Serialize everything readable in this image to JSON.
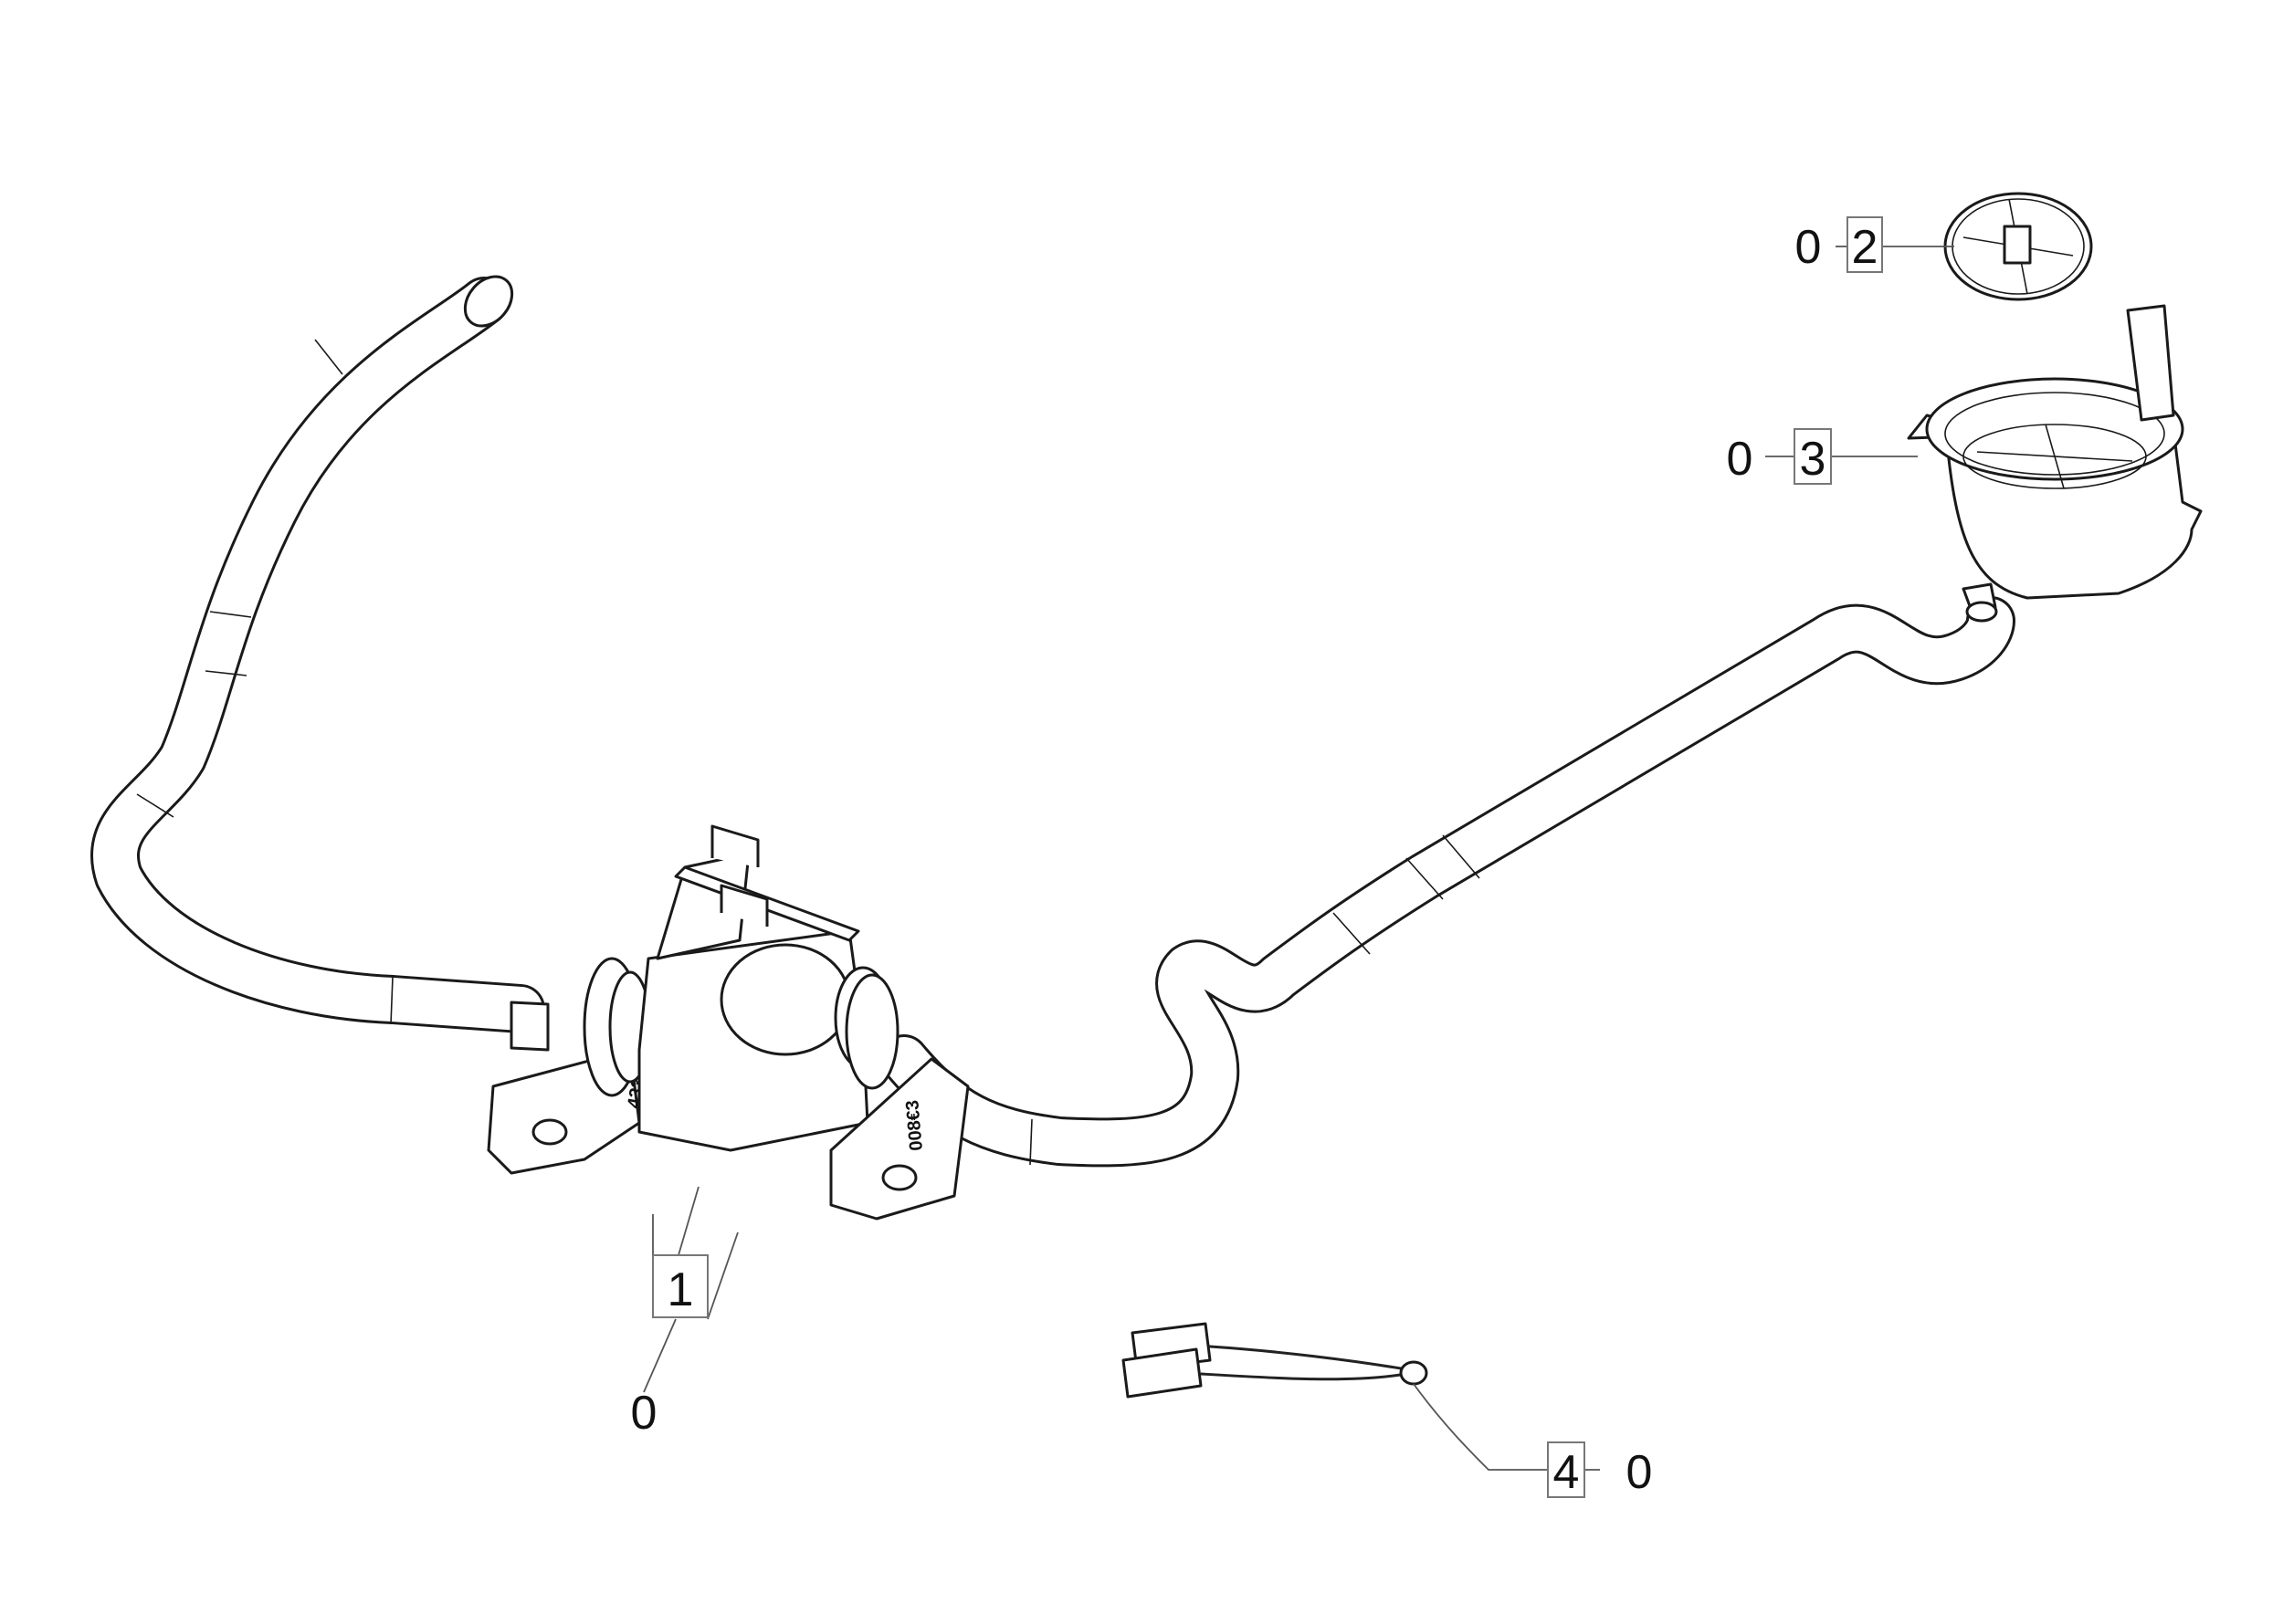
{
  "callouts": [
    {
      "id": "1",
      "qty": "0"
    },
    {
      "id": "2",
      "qty": "0"
    },
    {
      "id": "3",
      "qty": "0"
    },
    {
      "id": "4",
      "qty": "0"
    }
  ],
  "stamps": {
    "left": "433601",
    "right": "008€3"
  },
  "colors": {
    "line": "#1a1a1a",
    "background": "#ffffff",
    "leader": "#555555"
  }
}
